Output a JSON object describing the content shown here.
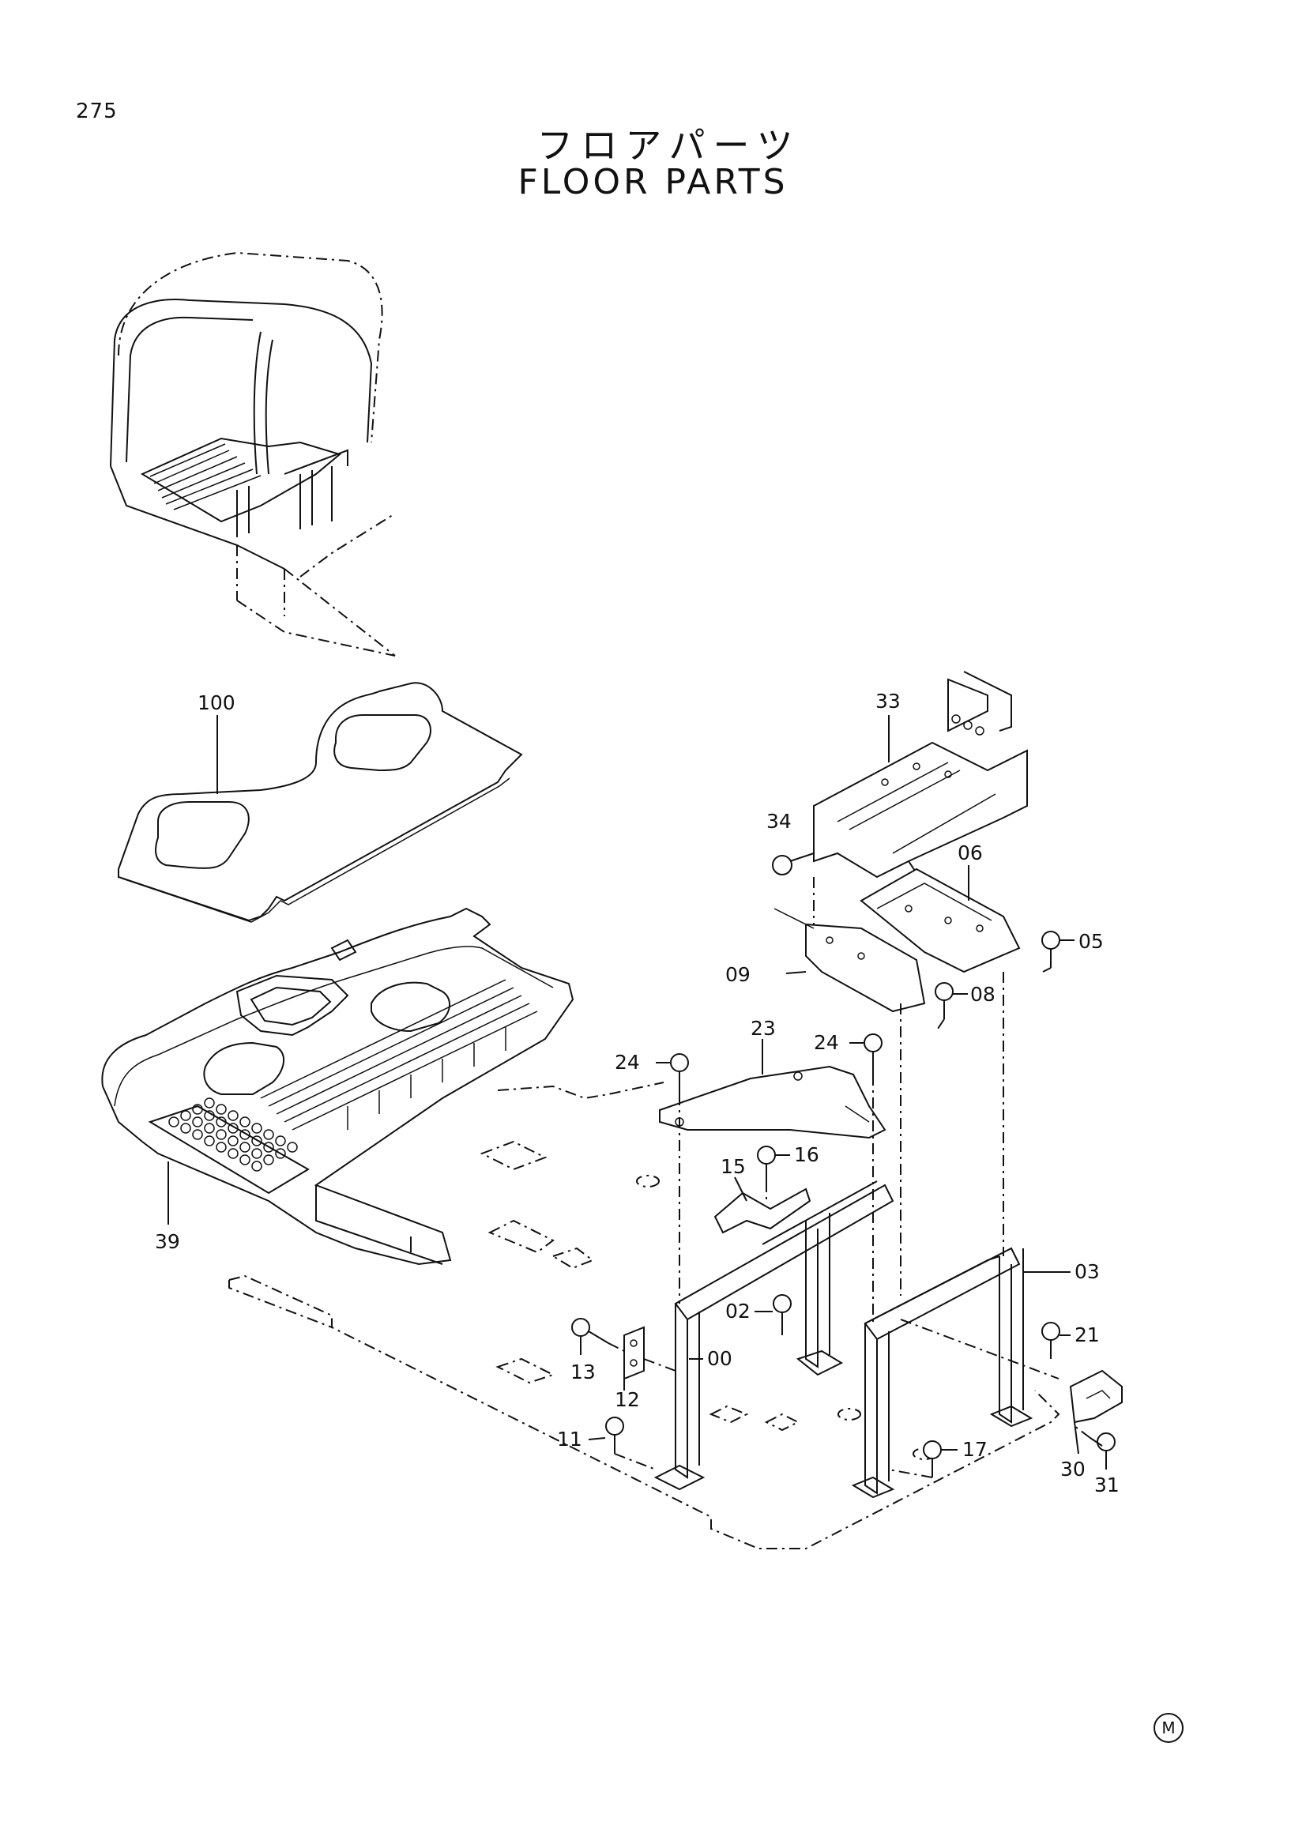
{
  "page_number": "275",
  "title_jp": "フロアパーツ",
  "title_en": "FLOOR PARTS",
  "mark": "M",
  "callouts": [
    "100",
    "33",
    "34",
    "06",
    "05",
    "09",
    "08",
    "23",
    "24",
    "24",
    "16",
    "15",
    "03",
    "02",
    "21",
    "13",
    "00",
    "12",
    "11",
    "17",
    "30",
    "31",
    "39"
  ]
}
